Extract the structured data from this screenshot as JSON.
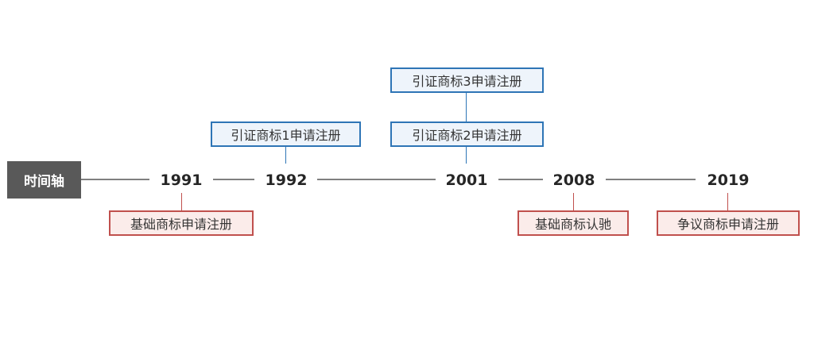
{
  "root": {
    "label": "时间轴"
  },
  "years": [
    "1991",
    "1992",
    "2001",
    "2008",
    "2019"
  ],
  "events": {
    "e1991_below": "基础商标申请注册",
    "e1992_above": "引证商标1申请注册",
    "e2001_above_1": "引证商标2申请注册",
    "e2001_above_2": "引证商标3申请注册",
    "e2008_below": "基础商标认驰",
    "e2019_below": "争议商标申请注册"
  },
  "colors": {
    "root_bg": "#595959",
    "axis_line": "#7f7f7f",
    "blue_border": "#2e75b6",
    "blue_fill": "#eef4fb",
    "red_border": "#c0504d",
    "red_fill": "#fbecea"
  }
}
